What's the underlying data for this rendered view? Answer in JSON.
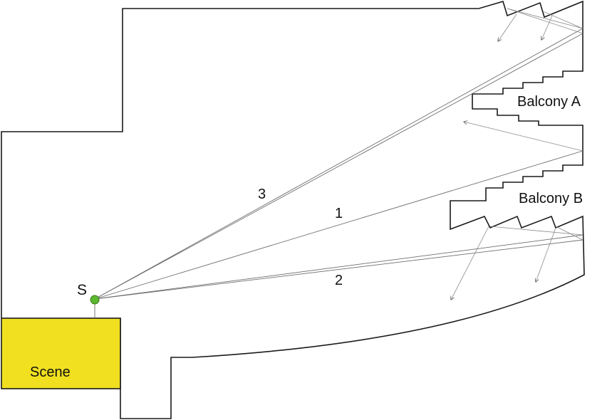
{
  "labels": {
    "source": "S",
    "stage": "Scene",
    "balcony_a": "Balcony A",
    "balcony_b": "Balcony B",
    "ray_1": "1",
    "ray_2": "2",
    "ray_3": "3"
  },
  "colors": {
    "stage_fill": "#f0e020",
    "source_fill": "#5cb82e",
    "outline": "#1a1a1a",
    "ray": "#6e6e6e"
  }
}
